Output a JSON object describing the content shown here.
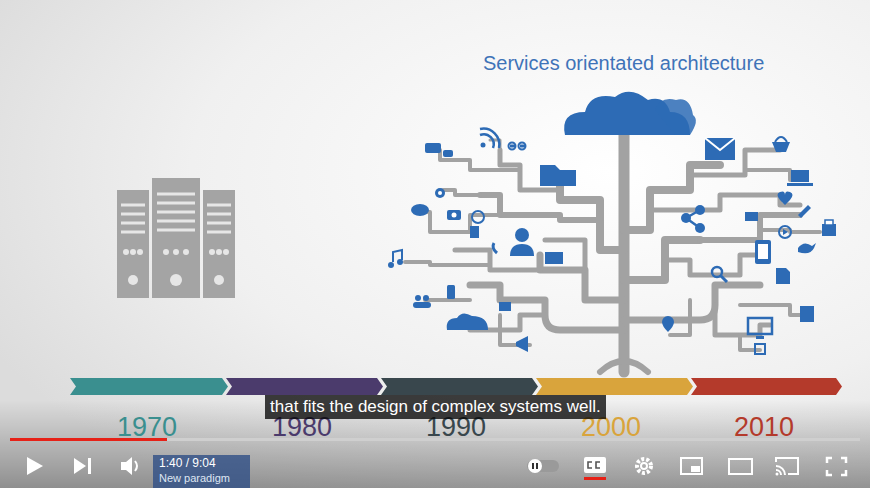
{
  "diagram": {
    "title": "Services orientated architecture",
    "caption": "that fits the design of complex systems well.",
    "labels": [
      "1970",
      "1980",
      "1990",
      "2000",
      "2010",
      "1:40 / 9:04",
      "New paradigm"
    ]
  }
}
